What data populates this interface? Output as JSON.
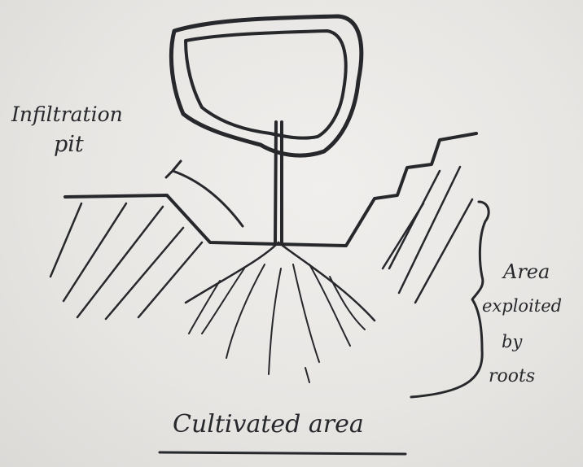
{
  "labels": {
    "pit_line1": "Infiltration",
    "pit_line2": "pit",
    "area_line1": "Area",
    "area_line2": "exploited",
    "area_line3": "by",
    "area_line4": "roots",
    "title": "Cultivated area"
  },
  "ink_color": "#27282c",
  "paper_color": "#e9e7e4"
}
